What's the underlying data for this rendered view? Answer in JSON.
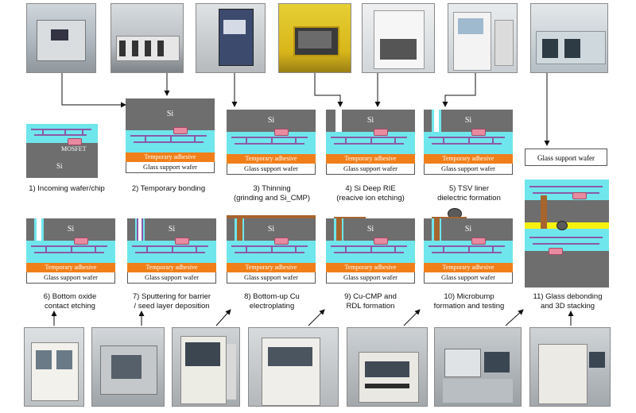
{
  "labels": {
    "si": "Si",
    "mosfet": "MOSFET",
    "adhesive": "Temporary adhesive",
    "glass": "Glass support wafer",
    "glass_top": "Glass support wafer"
  },
  "captions": {
    "s1": "1) Incoming wafer/chip",
    "s2": "2) Temporary bonding",
    "s3a": "3) Thinning",
    "s3b": "(grinding and Si_CMP)",
    "s4a": "4) Si Deep RIE",
    "s4b": "(reacive ion etching)",
    "s5a": "5) TSV liner",
    "s5b": "dielectric formation",
    "s6a": "6) Bottom oxide",
    "s6b": "contact etching",
    "s7a": "7) Sputtering for barrier",
    "s7b": "/ seed layer deposition",
    "s8a": "8) Bottom-up Cu",
    "s8b": "electroplating",
    "s9a": "9) Cu-CMP and",
    "s9b": "RDL formation",
    "s10a": "10) Microbump",
    "s10b": "formation and testing",
    "s11a": "11) Glass debonding",
    "s11b": "and 3D stacking"
  },
  "colors": {
    "silicon": "#6e6e6e",
    "beol": "#6fe6ec",
    "adhesive": "#f07f1a",
    "copper": "#a6652f",
    "wiring": "#8b5aa7",
    "bonding": "#f5f20f"
  }
}
